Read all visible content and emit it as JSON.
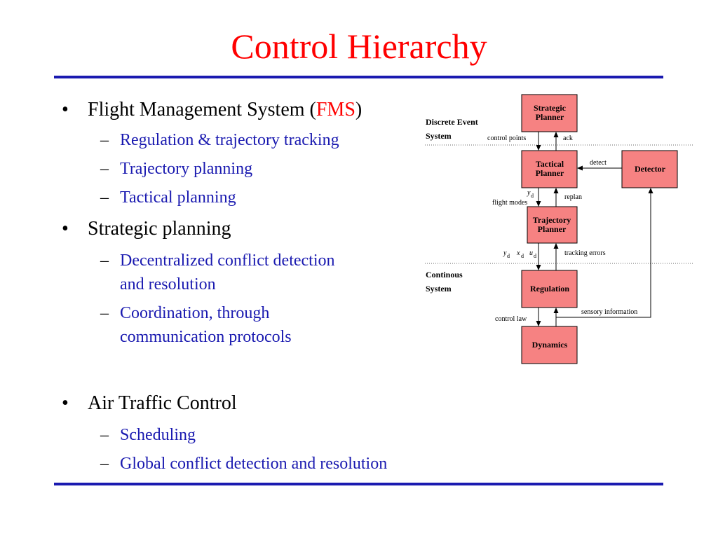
{
  "slide": {
    "title": "Control Hierarchy"
  },
  "bullets": {
    "fms": {
      "prefix": "Flight Management System (",
      "highlight": "FMS",
      "suffix": ")",
      "subitems": [
        "Regulation & trajectory tracking",
        "Trajectory planning",
        "Tactical planning"
      ]
    },
    "strategic": {
      "label": "Strategic planning",
      "subitems": [
        {
          "line1": "Decentralized conflict detection",
          "line2": "and resolution"
        },
        {
          "line1": "Coordination, through",
          "line2": "communication protocols"
        }
      ]
    },
    "atc": {
      "label": "Air Traffic Control",
      "subitems": [
        "Scheduling",
        "Global conflict detection and resolution"
      ]
    },
    "bullet_glyph": "•",
    "dash_glyph": "–"
  },
  "diagram": {
    "sections": {
      "discrete": {
        "line1": "Discrete Event",
        "line2": "System"
      },
      "continuous": {
        "line1": "Continous",
        "line2": "System"
      }
    },
    "boxes": {
      "strategic": {
        "line1": "Strategic",
        "line2": "Planner"
      },
      "tactical": {
        "line1": "Tactical",
        "line2": "Planner"
      },
      "detector": {
        "line1": "Detector"
      },
      "trajectory": {
        "line1": "Trajectory",
        "line2": "Planner"
      },
      "regulation": {
        "line1": "Regulation"
      },
      "dynamics": {
        "line1": "Dynamics"
      }
    },
    "labels": {
      "control_points": "control points",
      "ack": "ack",
      "detect": "detect",
      "y": "y",
      "d": "d",
      "x": "x",
      "u": "u",
      "flight_modes": "flight modes",
      "replan": "replan",
      "tracking_errors": "tracking errors",
      "sensory_information": "sensory information",
      "control_law": "control law"
    },
    "colors": {
      "box_fill": "#f68282",
      "box_stroke": "#000000",
      "title_red": "#ff0000",
      "sub_blue": "#1a1ab0"
    }
  }
}
